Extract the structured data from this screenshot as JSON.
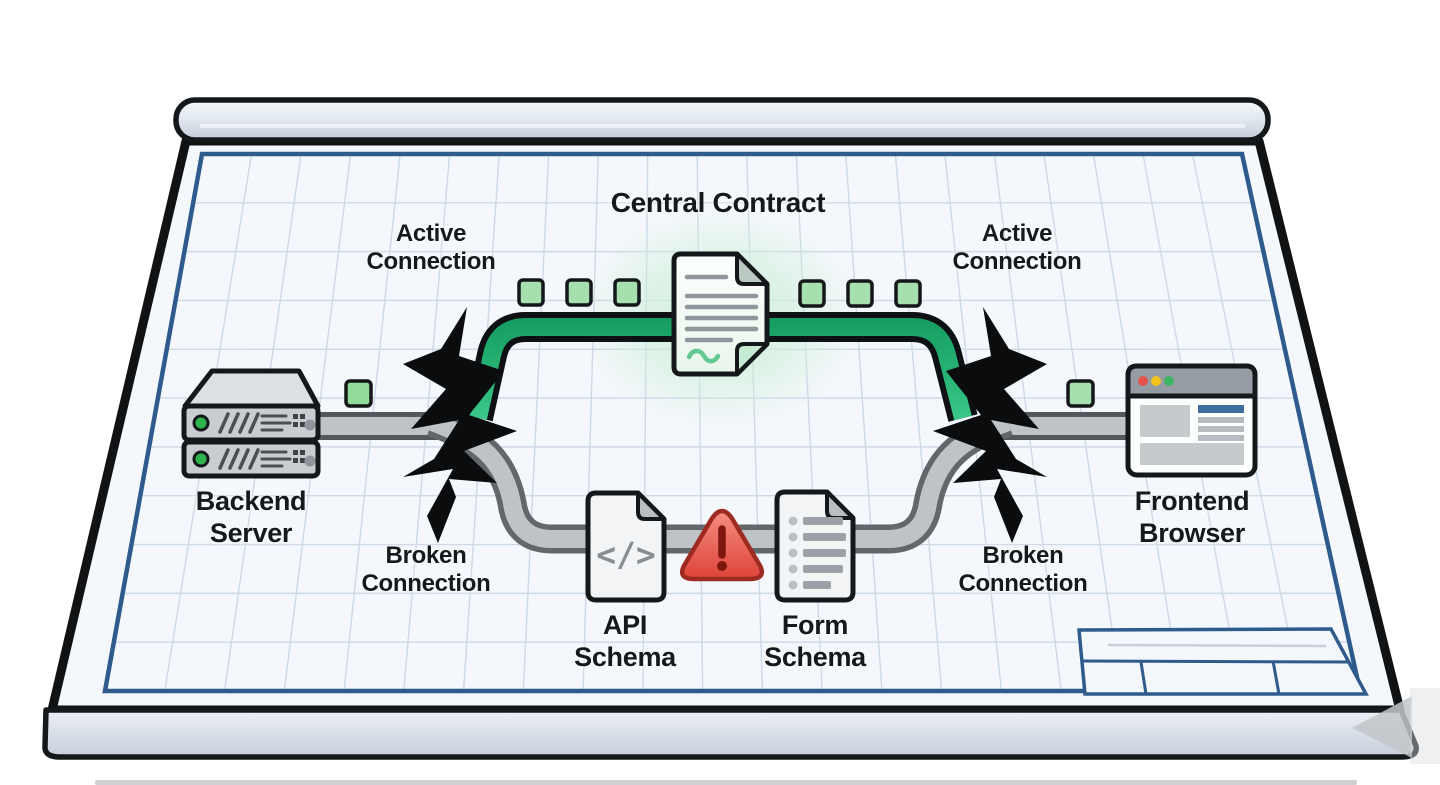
{
  "diagram": {
    "title": "Central Contract",
    "nodes": {
      "backend_server": {
        "label": "Backend Server"
      },
      "frontend_browser": {
        "label": "Frontend Browser"
      },
      "central_contract": {
        "label": "Central Contract"
      },
      "api_schema": {
        "label": "API Schema"
      },
      "form_schema": {
        "label": "Form Schema"
      }
    },
    "connections": {
      "active_left": {
        "label": "Active Connection",
        "status": "active"
      },
      "active_right": {
        "label": "Active Connection",
        "status": "active"
      },
      "broken_left": {
        "label": "Broken Connection",
        "status": "broken"
      },
      "broken_right": {
        "label": "Broken Connection",
        "status": "broken"
      }
    },
    "icons": {
      "api_schema_glyph": "</>",
      "backend_server": "server-rack-icon",
      "frontend_browser": "browser-window-icon",
      "central_contract": "signed-document-icon",
      "form_schema": "list-document-icon",
      "warning": "warning-triangle-icon",
      "break": "lightning-break-icon",
      "packet": "green-square-marker"
    },
    "colors": {
      "active_connection": "#1FA86A",
      "broken_connection": "#BEC3C8",
      "packet_marker": "#A8DFAF",
      "warning_red": "#E2443A",
      "blueprint_blue": "#2F5B8C",
      "glow_green": "#CDEFD8"
    }
  }
}
